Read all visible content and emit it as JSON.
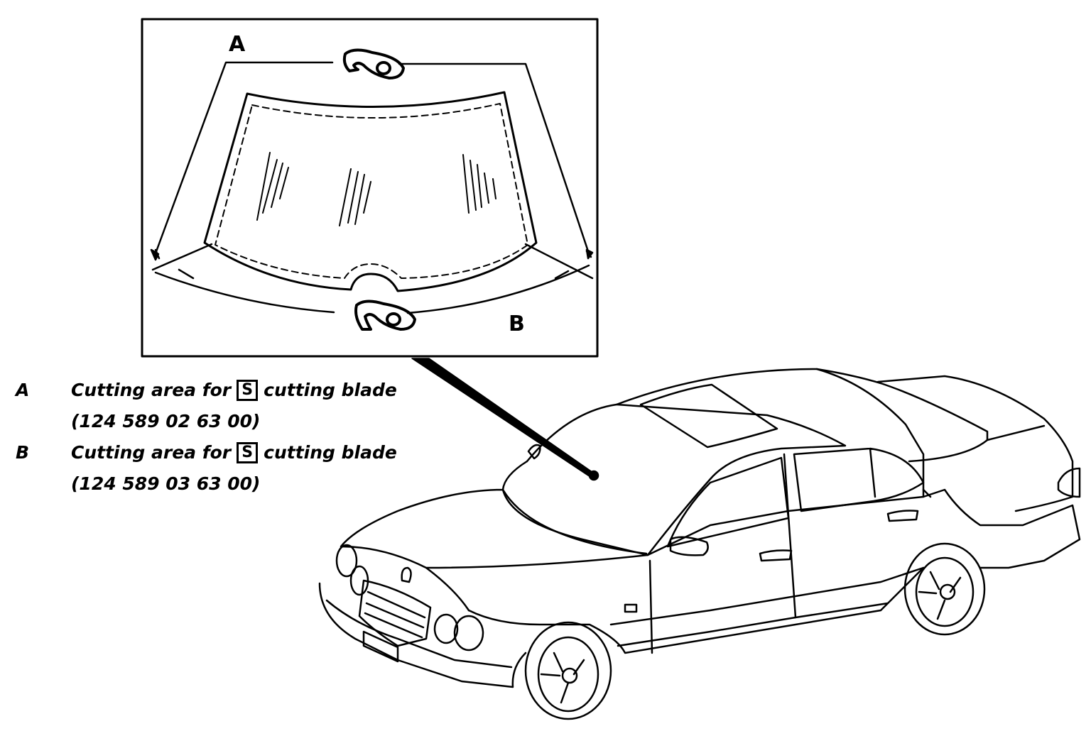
{
  "callouts": {
    "a": "A",
    "b": "B"
  },
  "legend": [
    {
      "letter": "A",
      "text_before": "Cutting area for",
      "symbol": "S",
      "text_after": "cutting blade",
      "part_number": "(124 589 02 63 00)"
    },
    {
      "letter": "B",
      "text_before": "Cutting area for",
      "symbol": "S",
      "text_after": "cutting blade",
      "part_number": "(124 589 03 63 00)"
    }
  ],
  "icons": {
    "blade_a": "cutting-blade-icon",
    "blade_b": "cutting-blade-icon",
    "special_tool": "special-tool-icon"
  }
}
